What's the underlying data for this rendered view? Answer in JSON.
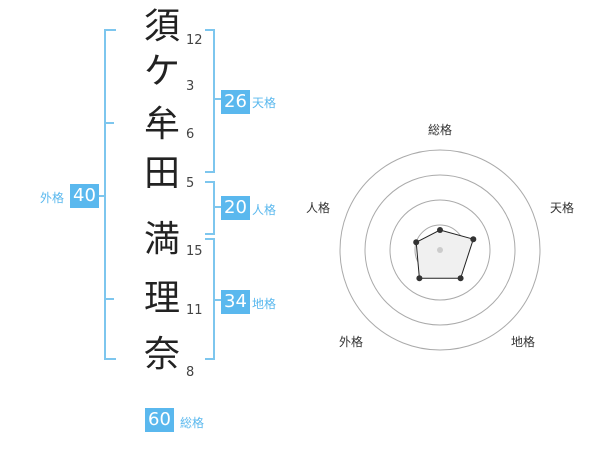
{
  "name": {
    "characters": [
      {
        "char": "須",
        "strokes": "12"
      },
      {
        "char": "ケ",
        "strokes": "3"
      },
      {
        "char": "牟",
        "strokes": "6"
      },
      {
        "char": "田",
        "strokes": "5"
      },
      {
        "char": "満",
        "strokes": "15"
      },
      {
        "char": "理",
        "strokes": "11"
      },
      {
        "char": "奈",
        "strokes": "8"
      }
    ]
  },
  "kakusu": {
    "tenkaku": {
      "value": "26",
      "label": "天格"
    },
    "jinkaku": {
      "value": "20",
      "label": "人格"
    },
    "chikaku": {
      "value": "34",
      "label": "地格"
    },
    "gaikaku": {
      "value": "40",
      "label": "外格"
    },
    "soukaku": {
      "value": "60",
      "label": "総格"
    }
  },
  "radar": {
    "axes": [
      "総格",
      "天格",
      "地格",
      "外格",
      "人格"
    ],
    "levels": 4,
    "values": [
      0.2,
      0.35,
      0.35,
      0.35,
      0.25
    ],
    "colors": {
      "ring": "#aaaaaa",
      "polygon_fill": "#f0f0f0",
      "polygon_stroke": "#222222",
      "point": "#333333",
      "center": "#cccccc"
    }
  },
  "colors": {
    "accent": "#5ab8ee",
    "bracket": "#7dc6ee"
  }
}
